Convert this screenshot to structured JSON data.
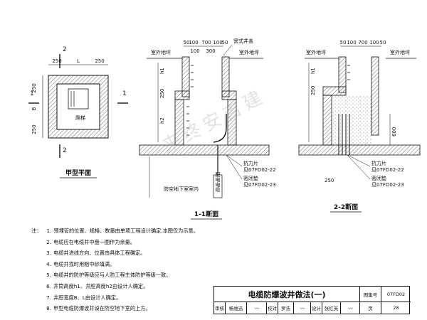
{
  "plan": {
    "title": "甲型平面",
    "dim_top_left": "250",
    "dim_top_mid": "L",
    "dim_top_right": "250",
    "dim_left_top": "250",
    "dim_left_mid": "B",
    "dim_left_bottom": "250",
    "inner_label": "爬梯",
    "section_1": "1",
    "section_2": "2"
  },
  "section_1_1": {
    "title": "1-1断面",
    "dims_top": [
      "50",
      "100",
      "700",
      "100",
      "50"
    ],
    "dims_top2": [
      "100",
      "300"
    ],
    "ground_left": "室外地坪",
    "ground_right": "室外地坪",
    "cover_label": "窨式井盖",
    "h1": "h1",
    "h2": "h2",
    "dim_250_left": "250",
    "room_label": "防空地下室室内",
    "cable_label": "配电电缆",
    "callout_1": "抗力片",
    "callout_1_ref": "见07FD02-22",
    "callout_2": "密闭垫",
    "callout_2_ref": "见07FD02-23"
  },
  "section_2_2": {
    "title": "2-2断面",
    "dims_top": [
      "50",
      "100",
      "700",
      "100",
      "50"
    ],
    "ground_left": "室外地坪",
    "ground_right": "室外地坪",
    "h1": "h1",
    "dim_250": "250",
    "dim_600": "600",
    "dim_250_bottom": "250",
    "callout_1": "抗力片",
    "callout_1_ref": "见07FD02-22",
    "callout_2": "密闭垫",
    "callout_2_ref": "见07FD02-23"
  },
  "notes": {
    "label": "注：",
    "items": [
      {
        "n": "1.",
        "text": "预埋管的位置、规格、数量由单项工程设计确定,本图仅为示意。"
      },
      {
        "n": "2.",
        "text": "电缆应在电缆井中盘一圈作为余量。"
      },
      {
        "n": "3.",
        "text": "电缆井进线方向、位置由具体工程确定。"
      },
      {
        "n": "4.",
        "text": "电缆井找时用粗中砂填满。"
      },
      {
        "n": "5.",
        "text": "电缆井的防护等级应与人防工程主体防护等级一致。"
      },
      {
        "n": "6.",
        "text": "井筒高度h1、井腔高度h2由设计人确定。"
      },
      {
        "n": "7.",
        "text": "井腔宽度B、L由设计人确定。"
      },
      {
        "n": "8.",
        "text": "甲型电缆防爆波井设在防空地下室的上方。"
      }
    ]
  },
  "title_block": {
    "title": "电缆防爆波井做法(一)",
    "atlas_label": "图集号",
    "atlas_no": "07FD02",
    "review_label": "审核",
    "review_name": "杨维迅",
    "check_label": "校对",
    "check_name": "罗浩",
    "design_label": "设计",
    "design_name": "张红英",
    "page_label": "页",
    "page_no": "28"
  },
  "watermark": "来终安吉建"
}
